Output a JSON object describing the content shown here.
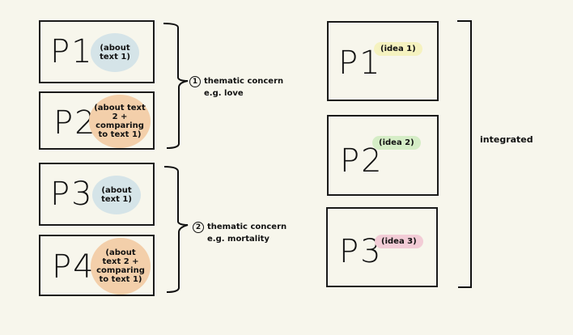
{
  "left_group": {
    "paragraphs": [
      {
        "label": "P1",
        "note": "(about text 1)",
        "color": "#d5e4e8"
      },
      {
        "label": "P2",
        "note": "(about text 2 + comparing to text 1)",
        "color": "#f3cfaa"
      },
      {
        "label": "P3",
        "note": "(about text 1)",
        "color": "#d5e4e8"
      },
      {
        "label": "P4",
        "note": "(about text 2 + comparing to text 1)",
        "color": "#f3cfaa"
      }
    ],
    "concerns": [
      {
        "number": "1",
        "title": "thematic concern",
        "example": "e.g. love"
      },
      {
        "number": "2",
        "title": "thematic concern",
        "example": "e.g. mortality"
      }
    ]
  },
  "right_group": {
    "paragraphs": [
      {
        "label": "P1",
        "note": "(idea 1)",
        "color": "#f5f2bf"
      },
      {
        "label": "P2",
        "note": "(idea 2)",
        "color": "#d5edc6"
      },
      {
        "label": "P3",
        "note": "(idea 3)",
        "color": "#f2ccd6"
      }
    ],
    "bracket_label": "integrated"
  }
}
